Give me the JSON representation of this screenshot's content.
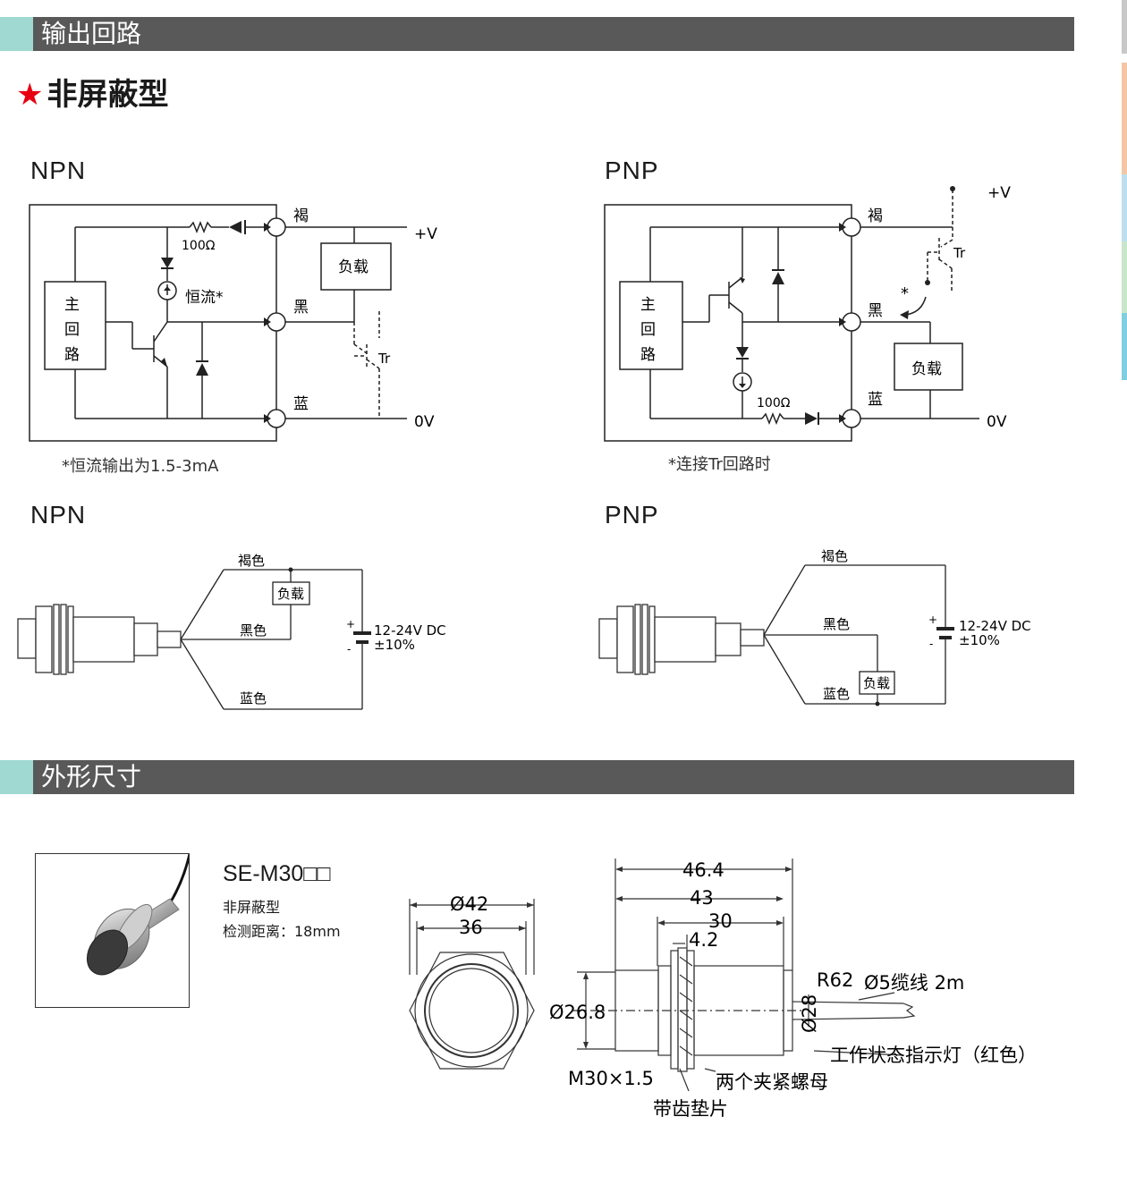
{
  "section1": {
    "title": "输出回路"
  },
  "heading": {
    "star": "★",
    "text": "非屏蔽型"
  },
  "npn_circuit": {
    "title": "NPN",
    "brown": "褐",
    "black": "黑",
    "blue": "蓝",
    "vplus": "+V",
    "zero": "0V",
    "resistor": "100Ω",
    "const_current": "恒流*",
    "main_circuit": [
      "主",
      "回",
      "路"
    ],
    "load": "负载",
    "tr": "Tr",
    "note": "*恒流输出为1.5-3mA"
  },
  "pnp_circuit": {
    "title": "PNP",
    "brown": "褐",
    "black": "黑",
    "blue": "蓝",
    "vplus": "+V",
    "zero": "0V",
    "resistor": "100Ω",
    "main_circuit": [
      "主",
      "回",
      "路"
    ],
    "load": "负载",
    "tr": "Tr",
    "asterisk": "*",
    "note": "*连接Tr回路时"
  },
  "npn_wiring": {
    "title": "NPN",
    "brown": "褐色",
    "black": "黑色",
    "blue": "蓝色",
    "load": "负载",
    "plus": "+",
    "minus": "-",
    "voltage": "12-24V DC",
    "tolerance": "±10%"
  },
  "pnp_wiring": {
    "title": "PNP",
    "brown": "褐色",
    "black": "黑色",
    "blue": "蓝色",
    "load": "负载",
    "plus": "+",
    "minus": "-",
    "voltage": "12-24V DC",
    "tolerance": "±10%"
  },
  "section2": {
    "title": "外形尺寸"
  },
  "product": {
    "model": "SE-M30□□",
    "type": "非屏蔽型",
    "distance": "检测距离：18mm"
  },
  "dimensions": {
    "d42": "Ø42",
    "d36": "36",
    "l464": "46.4",
    "l43": "43",
    "l30": "30",
    "l42": "4.2",
    "d268": "Ø26.8",
    "d28": "Ø28",
    "r62": "R62",
    "cable": "Ø5缆线 2m",
    "indicator": "工作状态指示灯（红色）",
    "thread": "M30×1.5",
    "nuts": "两个夹紧螺母",
    "washer": "带齿垫片"
  },
  "colors": {
    "accent": "#9fd9d2",
    "bar": "#595959",
    "star": "#e60012"
  }
}
